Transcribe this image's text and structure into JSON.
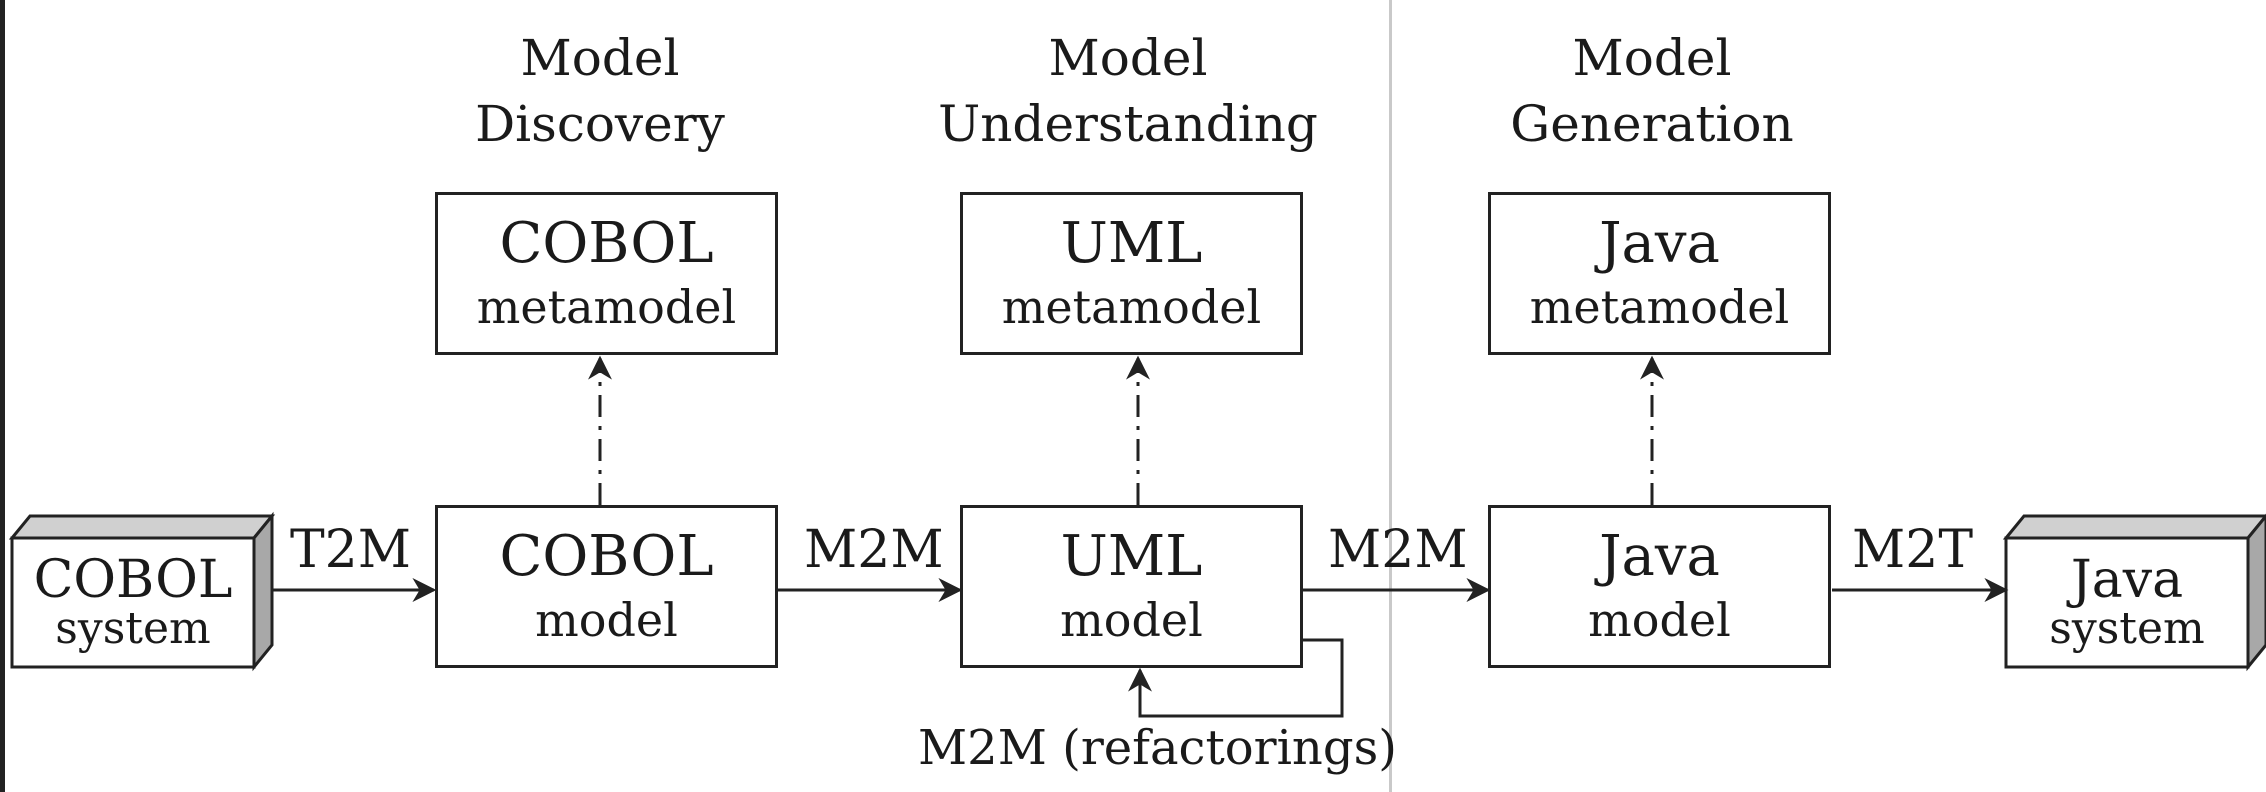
{
  "phases": {
    "discovery": {
      "line1": "Model",
      "line2": "Discovery"
    },
    "understanding": {
      "line1": "Model",
      "line2": "Understanding"
    },
    "generation": {
      "line1": "Model",
      "line2": "Generation"
    }
  },
  "metamodels": {
    "cobol": {
      "line1": "COBOL",
      "line2": "metamodel"
    },
    "uml": {
      "line1": "UML",
      "line2": "metamodel"
    },
    "java": {
      "line1": "Java",
      "line2": "metamodel"
    }
  },
  "models": {
    "cobol": {
      "line1": "COBOL",
      "line2": "model"
    },
    "uml": {
      "line1": "UML",
      "line2": "model"
    },
    "java": {
      "line1": "Java",
      "line2": "model"
    }
  },
  "systems": {
    "cobol": {
      "line1": "COBOL",
      "line2": "system"
    },
    "java": {
      "line1": "Java",
      "line2": "system"
    }
  },
  "transformations": {
    "t2m": "T2M",
    "m2m_1": "M2M",
    "m2m_2": "M2M",
    "m2t": "M2T",
    "refactorings": "M2M (refactorings)"
  }
}
